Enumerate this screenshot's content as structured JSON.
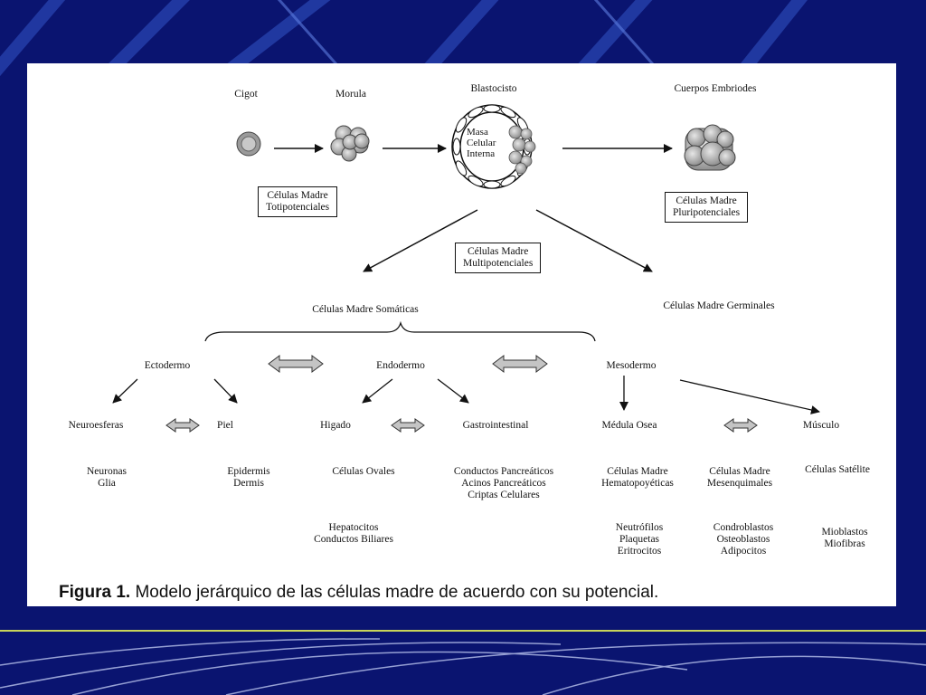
{
  "stages": {
    "cigot": "Cigot",
    "morula": "Morula",
    "blastocisto": "Blastocisto",
    "cuerpos": "Cuerpos Embriodes",
    "masa": "Masa\nCelular\nInterna"
  },
  "boxes": {
    "totipotenciales": "Células Madre\nTotipotenciales",
    "pluripotenciales": "Células Madre\nPluripotenciales",
    "multipotenciales": "Células Madre\nMultipotenciales"
  },
  "branches": {
    "somaticas": "Células Madre Somáticas",
    "germinales": "Células Madre Germinales"
  },
  "layers": {
    "ectodermo": "Ectodermo",
    "endodermo": "Endodermo",
    "mesodermo": "Mesodermo"
  },
  "tissues": {
    "neuroesferas": "Neuroesferas",
    "piel": "Piel",
    "higado": "Higado",
    "gastro": "Gastrointestinal",
    "medula": "Médula Osea",
    "musculo": "Músculo"
  },
  "cells": {
    "neuronas": "Neuronas\nGlia",
    "epidermis": "Epidermis\nDermis",
    "ovales": "Células Ovales",
    "pancreas": "Conductos Pancreáticos\nAcinos Pancreáticos\nCriptas Celulares",
    "hemato": "Células Madre\nHematopoyéticas",
    "mesen": "Células Madre\nMesenquimales",
    "satelite": "Células Satélite"
  },
  "derived": {
    "hepato": "Hepatocitos\nConductos Biliares",
    "neutro": "Neutrófilos\nPlaquetas\nEritrocitos",
    "condro": "Condroblastos\nOsteoblastos\nAdipocitos",
    "mio": "Mioblastos\nMiofibras"
  },
  "caption": {
    "label": "Figura 1.",
    "text": "Modelo jerárquico de las células madre de acuerdo con su potencial."
  },
  "colors": {
    "background": "#0a1470",
    "panel": "#ffffff",
    "cell_fill": "#bdbdbd",
    "stroke": "#111111"
  }
}
